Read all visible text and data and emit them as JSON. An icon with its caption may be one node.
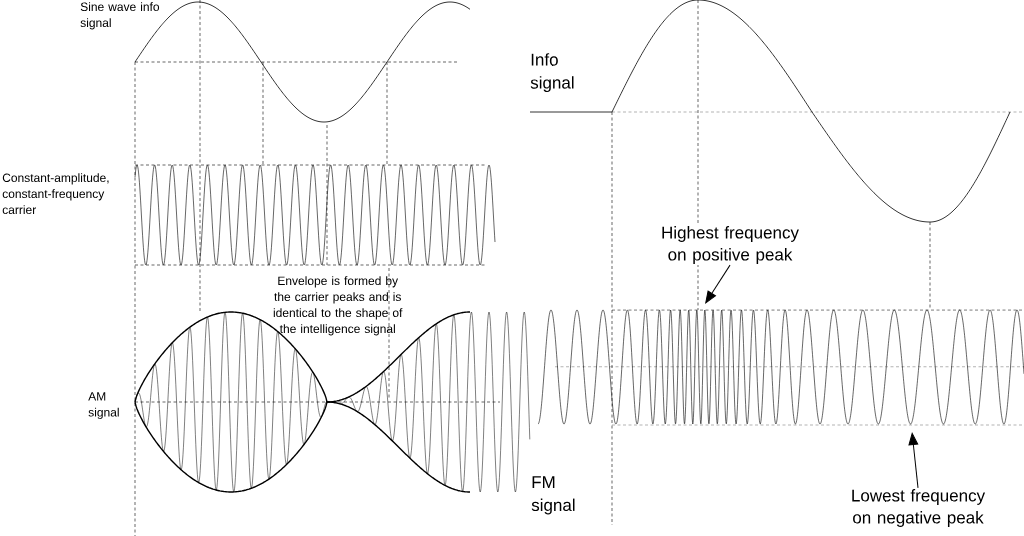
{
  "diagram": {
    "nodes": [
      {
        "text": [
          "Highest frequency on positive peak"
        ]
      },
      {
        "text": [
          "Lowest frequency on negative peak"
        ]
      }
    ],
    "edges": [
      {
        "from": 0,
        "to": null,
        "arrow": "to"
      },
      {
        "from": 1,
        "to": null,
        "arrow": "to"
      }
    ],
    "labels": [
      "Sine wave info signal",
      "Constant-amplitude, constant-frequency carrier",
      "Envelope is formed by the carrier peaks and is identical to the shape of the intelligence signal",
      "AM signal",
      "Info signal",
      "FM signal"
    ]
  }
}
